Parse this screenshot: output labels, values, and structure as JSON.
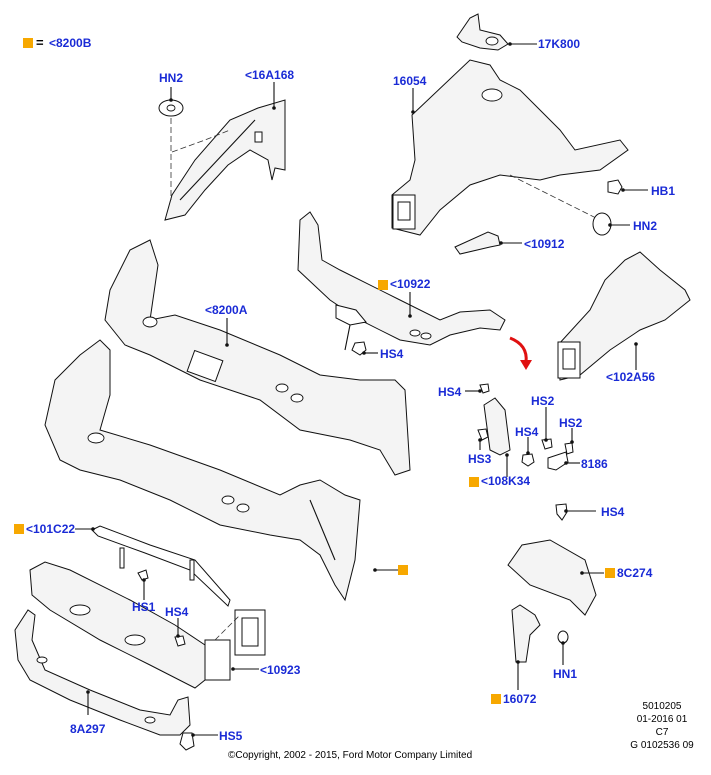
{
  "legend": {
    "symbol_color": "#f7a800",
    "equals": "=",
    "reference": "<8200B"
  },
  "label_color": "#1a2bd6",
  "arrow_color": "#e01010",
  "callouts": [
    {
      "id": "hn2-top-left",
      "text": "HN2",
      "marked": false
    },
    {
      "id": "16a168",
      "text": "<16A168",
      "marked": false
    },
    {
      "id": "17k800",
      "text": "17K800",
      "marked": false
    },
    {
      "id": "16054",
      "text": "16054",
      "marked": false
    },
    {
      "id": "hb1",
      "text": "HB1",
      "marked": false
    },
    {
      "id": "hn2-right",
      "text": "HN2",
      "marked": false
    },
    {
      "id": "10912",
      "text": "<10912",
      "marked": false
    },
    {
      "id": "10922",
      "text": "<10922",
      "marked": true
    },
    {
      "id": "8200a",
      "text": "<8200A",
      "marked": false
    },
    {
      "id": "hs4-bracket",
      "text": "HS4",
      "marked": false
    },
    {
      "id": "102a56",
      "text": "<102A56",
      "marked": false
    },
    {
      "id": "hs4-left",
      "text": "HS4",
      "marked": false
    },
    {
      "id": "hs2-a",
      "text": "HS2",
      "marked": false
    },
    {
      "id": "hs2-b",
      "text": "HS2",
      "marked": false
    },
    {
      "id": "hs4-mid",
      "text": "HS4",
      "marked": false
    },
    {
      "id": "hs3",
      "text": "HS3",
      "marked": false
    },
    {
      "id": "8186",
      "text": "8186",
      "marked": false
    },
    {
      "id": "108k34",
      "text": "<108K34",
      "marked": true
    },
    {
      "id": "hs4-right",
      "text": "HS4",
      "marked": false
    },
    {
      "id": "101c22",
      "text": "<101C22",
      "marked": true
    },
    {
      "id": "center-marker",
      "text": "",
      "marked": true
    },
    {
      "id": "8c274",
      "text": "8C274",
      "marked": true
    },
    {
      "id": "hs1",
      "text": "HS1",
      "marked": false
    },
    {
      "id": "hs4-lower",
      "text": "HS4",
      "marked": false
    },
    {
      "id": "10923",
      "text": "<10923",
      "marked": false
    },
    {
      "id": "hn1",
      "text": "HN1",
      "marked": false
    },
    {
      "id": "16072",
      "text": "16072",
      "marked": true
    },
    {
      "id": "8a297",
      "text": "8A297",
      "marked": false
    },
    {
      "id": "hs5",
      "text": "HS5",
      "marked": false
    }
  ],
  "footer": {
    "copyright": "©Copyright, 2002 - 2015, Ford Motor Company Limited",
    "meta_lines": [
      "5010205",
      "01-2016 01",
      "C7",
      "G 0102536 09"
    ]
  }
}
